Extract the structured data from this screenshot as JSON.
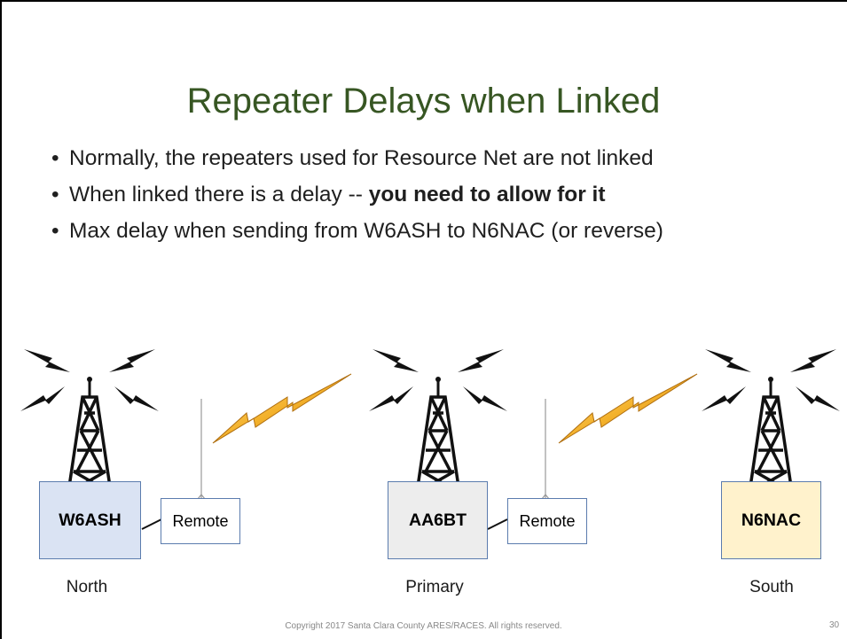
{
  "slide": {
    "title": "Repeater Delays when Linked",
    "bullets": [
      {
        "text": "Normally, the repeaters used for Resource Net are not linked",
        "bold": ""
      },
      {
        "text": "When linked there is a delay -- ",
        "bold": "you need to allow for it"
      },
      {
        "text": "Max delay when sending from W6ASH to N6NAC (or reverse)",
        "bold": ""
      }
    ],
    "footer": "Copyright 2017 Santa Clara County ARES/RACES.  All rights reserved.",
    "page_number": "30"
  },
  "diagram": {
    "repeaters": [
      {
        "callsign": "W6ASH",
        "location": "North",
        "fill": "#dae3f3"
      },
      {
        "callsign": "AA6BT",
        "location": "Primary",
        "fill": "#ededed"
      },
      {
        "callsign": "N6NAC",
        "location": "South",
        "fill": "#fff2cc"
      }
    ],
    "remote_label": "Remote",
    "colors": {
      "title": "#375623",
      "box_border": "#5b7cae",
      "link_bolt": "#f0b429"
    },
    "icons": [
      "radio-tower-icon",
      "antenna-icon",
      "lightning-bolt-icon"
    ]
  }
}
